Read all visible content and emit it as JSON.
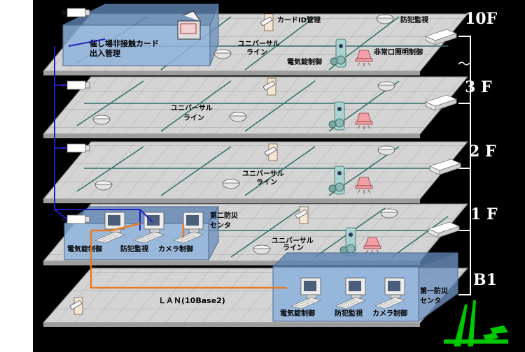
{
  "floors": [
    {
      "id": "10F",
      "label": "10F",
      "univ_line_1": "ユニバーサル",
      "univ_line_2": "ライン"
    },
    {
      "id": "3F",
      "label": "3 F",
      "univ_line_1": "ユニバーサル",
      "univ_line_2": "ライン"
    },
    {
      "id": "2F",
      "label": "2 F",
      "univ_line_1": "ユニバーサル",
      "univ_line_2": "ライン"
    },
    {
      "id": "1F",
      "label": "1 F",
      "univ_line_1": "ユニバーサル",
      "univ_line_2": "ライン"
    },
    {
      "id": "B1",
      "label": "B1"
    }
  ],
  "floor10": {
    "card_id_mgmt": "カードID管理",
    "crime_monitor": "防犯監視",
    "event_hall_1": "催し場非接触カード",
    "event_hall_2": "出入管理",
    "electric_lock": "電気錠制御",
    "emergency_light": "非常口照明制御"
  },
  "floor1": {
    "center_1": "第二防災",
    "center_2": "センタ",
    "ws_lock": "電気錠制御",
    "ws_monitor": "防犯監視",
    "ws_camera": "カメラ制御"
  },
  "b1": {
    "lan": "ＬＡＮ(10Base2)",
    "center_1": "第一防災",
    "center_2": "センタ",
    "ws_lock": "電気錠制御",
    "ws_monitor": "防犯監視",
    "ws_camera": "カメラ制御"
  },
  "break_mark": "～",
  "colors": {
    "background": "#000000",
    "slab": "#d4d4d4",
    "grid": "#9a9a9a",
    "universal_line": "#2f6f6a",
    "center_box": "#8fb3db",
    "lan": "#e87a22",
    "camera_link": "#1f1fbf",
    "riser": "#ffffff",
    "logo": "#00c800"
  }
}
